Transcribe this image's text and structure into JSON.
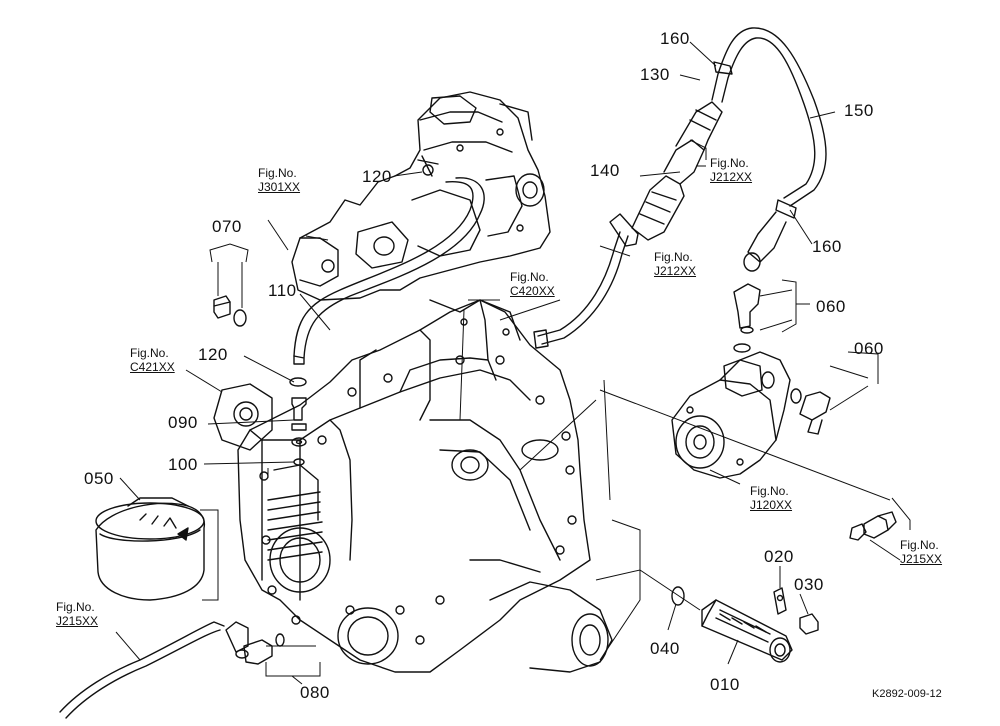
{
  "part_labels": {
    "p160a": "160",
    "p130": "130",
    "p150": "150",
    "p140": "140",
    "p160b": "160",
    "p120a": "120",
    "p070": "070",
    "p110": "110",
    "p060a": "060",
    "p060b": "060",
    "p120b": "120",
    "p090": "090",
    "p100": "100",
    "p050": "050",
    "p020": "020",
    "p030": "030",
    "p040": "040",
    "p010": "010",
    "p080": "080"
  },
  "fig_refs": {
    "f_j301": {
      "prefix": "Fig.No.",
      "code": "J301XX"
    },
    "f_j212a": {
      "prefix": "Fig.No.",
      "code": "J212XX"
    },
    "f_j212b": {
      "prefix": "Fig.No.",
      "code": "J212XX"
    },
    "f_c420": {
      "prefix": "Fig.No.",
      "code": "C420XX"
    },
    "f_c421": {
      "prefix": "Fig.No.",
      "code": "C421XX"
    },
    "f_j120": {
      "prefix": "Fig.No.",
      "code": "J120XX"
    },
    "f_j215a": {
      "prefix": "Fig.No.",
      "code": "J215XX"
    },
    "f_j215b": {
      "prefix": "Fig.No.",
      "code": "J215XX"
    }
  },
  "drawing_number": "K2892-009-12"
}
